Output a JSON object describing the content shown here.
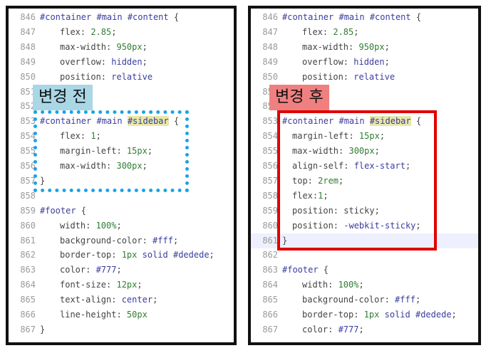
{
  "left": {
    "tag": "변경 전",
    "lines": [
      {
        "n": "846",
        "segs": [
          {
            "t": "#container #main #content",
            "c": "sel"
          },
          {
            "t": " {",
            "c": "kw"
          }
        ],
        "indent": 0
      },
      {
        "n": "847",
        "segs": [
          {
            "t": "flex: ",
            "c": "kw"
          },
          {
            "t": "2.85",
            "c": "num"
          },
          {
            "t": ";",
            "c": "kw"
          }
        ],
        "indent": 1
      },
      {
        "n": "848",
        "segs": [
          {
            "t": "max-width: ",
            "c": "kw"
          },
          {
            "t": "950px",
            "c": "num"
          },
          {
            "t": ";",
            "c": "kw"
          }
        ],
        "indent": 1
      },
      {
        "n": "849",
        "segs": [
          {
            "t": "overflow: ",
            "c": "kw"
          },
          {
            "t": "hidden",
            "c": "val"
          },
          {
            "t": ";",
            "c": "kw"
          }
        ],
        "indent": 1
      },
      {
        "n": "850",
        "segs": [
          {
            "t": "position: ",
            "c": "kw"
          },
          {
            "t": "relative",
            "c": "val"
          }
        ],
        "indent": 1
      },
      {
        "n": "851",
        "segs": [
          {
            "t": "}",
            "c": "kw"
          }
        ],
        "indent": 0
      },
      {
        "n": "852",
        "segs": [],
        "indent": 0
      },
      {
        "n": "853",
        "segs": [
          {
            "t": "#container #main ",
            "c": "sel"
          },
          {
            "t": "#sidebar",
            "c": "sel hl"
          },
          {
            "t": " {",
            "c": "kw"
          }
        ],
        "indent": 0
      },
      {
        "n": "854",
        "segs": [
          {
            "t": "flex: ",
            "c": "kw"
          },
          {
            "t": "1",
            "c": "num"
          },
          {
            "t": ";",
            "c": "kw"
          }
        ],
        "indent": 1
      },
      {
        "n": "855",
        "segs": [
          {
            "t": "margin-left: ",
            "c": "kw"
          },
          {
            "t": "15px",
            "c": "num"
          },
          {
            "t": ";",
            "c": "kw"
          }
        ],
        "indent": 1
      },
      {
        "n": "856",
        "segs": [
          {
            "t": "max-width: ",
            "c": "kw"
          },
          {
            "t": "300px",
            "c": "num"
          },
          {
            "t": ";",
            "c": "kw"
          }
        ],
        "indent": 1
      },
      {
        "n": "857",
        "segs": [
          {
            "t": "}",
            "c": "kw"
          }
        ],
        "indent": 0
      },
      {
        "n": "858",
        "segs": [],
        "indent": 0
      },
      {
        "n": "859",
        "segs": [
          {
            "t": "#footer",
            "c": "sel"
          },
          {
            "t": " {",
            "c": "kw"
          }
        ],
        "indent": 0
      },
      {
        "n": "860",
        "segs": [
          {
            "t": "width: ",
            "c": "kw"
          },
          {
            "t": "100%",
            "c": "num"
          },
          {
            "t": ";",
            "c": "kw"
          }
        ],
        "indent": 1
      },
      {
        "n": "861",
        "segs": [
          {
            "t": "background-color: ",
            "c": "kw"
          },
          {
            "t": "#fff",
            "c": "val"
          },
          {
            "t": ";",
            "c": "kw"
          }
        ],
        "indent": 1
      },
      {
        "n": "862",
        "segs": [
          {
            "t": "border-top: ",
            "c": "kw"
          },
          {
            "t": "1px",
            "c": "num"
          },
          {
            "t": " solid ",
            "c": "val"
          },
          {
            "t": "#dedede",
            "c": "val"
          },
          {
            "t": ";",
            "c": "kw"
          }
        ],
        "indent": 1
      },
      {
        "n": "863",
        "segs": [
          {
            "t": "color: ",
            "c": "kw"
          },
          {
            "t": "#777",
            "c": "val"
          },
          {
            "t": ";",
            "c": "kw"
          }
        ],
        "indent": 1
      },
      {
        "n": "864",
        "segs": [
          {
            "t": "font-size: ",
            "c": "kw"
          },
          {
            "t": "12px",
            "c": "num"
          },
          {
            "t": ";",
            "c": "kw"
          }
        ],
        "indent": 1
      },
      {
        "n": "865",
        "segs": [
          {
            "t": "text-align: ",
            "c": "kw"
          },
          {
            "t": "center",
            "c": "val"
          },
          {
            "t": ";",
            "c": "kw"
          }
        ],
        "indent": 1
      },
      {
        "n": "866",
        "segs": [
          {
            "t": "line-height: ",
            "c": "kw"
          },
          {
            "t": "50px",
            "c": "num"
          }
        ],
        "indent": 1
      },
      {
        "n": "867",
        "segs": [
          {
            "t": "}",
            "c": "kw"
          }
        ],
        "indent": 0
      }
    ]
  },
  "right": {
    "tag": "변경 후",
    "lines": [
      {
        "n": "846",
        "segs": [
          {
            "t": "#container #main #content",
            "c": "sel"
          },
          {
            "t": " {",
            "c": "kw"
          }
        ],
        "indent": 0
      },
      {
        "n": "847",
        "segs": [
          {
            "t": "flex: ",
            "c": "kw"
          },
          {
            "t": "2.85",
            "c": "num"
          },
          {
            "t": ";",
            "c": "kw"
          }
        ],
        "indent": 1
      },
      {
        "n": "848",
        "segs": [
          {
            "t": "max-width: ",
            "c": "kw"
          },
          {
            "t": "950px",
            "c": "num"
          },
          {
            "t": ";",
            "c": "kw"
          }
        ],
        "indent": 1
      },
      {
        "n": "849",
        "segs": [
          {
            "t": "overflow: ",
            "c": "kw"
          },
          {
            "t": "hidden",
            "c": "val"
          },
          {
            "t": ";",
            "c": "kw"
          }
        ],
        "indent": 1
      },
      {
        "n": "850",
        "segs": [
          {
            "t": "position: ",
            "c": "kw"
          },
          {
            "t": "relative",
            "c": "val"
          }
        ],
        "indent": 1
      },
      {
        "n": "851",
        "segs": [
          {
            "t": "}",
            "c": "kw"
          }
        ],
        "indent": 0
      },
      {
        "n": "852",
        "segs": [],
        "indent": 0
      },
      {
        "n": "853",
        "segs": [
          {
            "t": "#container #main ",
            "c": "sel"
          },
          {
            "t": "#sidebar",
            "c": "sel hl"
          },
          {
            "t": " {",
            "c": "kw"
          }
        ],
        "indent": 0
      },
      {
        "n": "854",
        "segs": [
          {
            "t": "margin-left: ",
            "c": "kw"
          },
          {
            "t": "15px",
            "c": "num"
          },
          {
            "t": ";",
            "c": "kw"
          }
        ],
        "indent": 2
      },
      {
        "n": "855",
        "segs": [
          {
            "t": "max-width: ",
            "c": "kw"
          },
          {
            "t": "300px",
            "c": "num"
          },
          {
            "t": ";",
            "c": "kw"
          }
        ],
        "indent": 2
      },
      {
        "n": "856",
        "segs": [
          {
            "t": "align-self: ",
            "c": "kw"
          },
          {
            "t": "flex-start",
            "c": "val"
          },
          {
            "t": ";",
            "c": "kw"
          }
        ],
        "indent": 2
      },
      {
        "n": "857",
        "segs": [
          {
            "t": "top: ",
            "c": "kw"
          },
          {
            "t": "2rem",
            "c": "num"
          },
          {
            "t": ";",
            "c": "kw"
          }
        ],
        "indent": 2
      },
      {
        "n": "858",
        "segs": [
          {
            "t": "flex:",
            "c": "kw"
          },
          {
            "t": "1",
            "c": "num"
          },
          {
            "t": ";",
            "c": "kw"
          }
        ],
        "indent": 2
      },
      {
        "n": "859",
        "segs": [
          {
            "t": "position: ",
            "c": "kw"
          },
          {
            "t": "sticky",
            "c": "kw"
          },
          {
            "t": ";",
            "c": "kw"
          }
        ],
        "indent": 2
      },
      {
        "n": "860",
        "segs": [
          {
            "t": "position: ",
            "c": "kw"
          },
          {
            "t": "-webkit-sticky",
            "c": "val"
          },
          {
            "t": ";",
            "c": "kw"
          }
        ],
        "indent": 2
      },
      {
        "n": "861",
        "segs": [
          {
            "t": "}",
            "c": "kw"
          }
        ],
        "indent": 0,
        "active": true
      },
      {
        "n": "862",
        "segs": [],
        "indent": 0
      },
      {
        "n": "863",
        "segs": [
          {
            "t": "#footer",
            "c": "sel"
          },
          {
            "t": " {",
            "c": "kw"
          }
        ],
        "indent": 0
      },
      {
        "n": "864",
        "segs": [
          {
            "t": "width: ",
            "c": "kw"
          },
          {
            "t": "100%",
            "c": "num"
          },
          {
            "t": ";",
            "c": "kw"
          }
        ],
        "indent": 1
      },
      {
        "n": "865",
        "segs": [
          {
            "t": "background-color: ",
            "c": "kw"
          },
          {
            "t": "#fff",
            "c": "val"
          },
          {
            "t": ";",
            "c": "kw"
          }
        ],
        "indent": 1
      },
      {
        "n": "866",
        "segs": [
          {
            "t": "border-top: ",
            "c": "kw"
          },
          {
            "t": "1px",
            "c": "num"
          },
          {
            "t": " solid ",
            "c": "val"
          },
          {
            "t": "#dedede",
            "c": "val"
          },
          {
            "t": ";",
            "c": "kw"
          }
        ],
        "indent": 1
      },
      {
        "n": "867",
        "segs": [
          {
            "t": "color: ",
            "c": "kw"
          },
          {
            "t": "#777",
            "c": "val"
          },
          {
            "t": ";",
            "c": "kw"
          }
        ],
        "indent": 1
      }
    ]
  },
  "colors": {
    "before_tag": "#a9d7e6",
    "after_tag": "#f08080",
    "before_box": "#1aa3e8",
    "after_box": "#e00000"
  }
}
